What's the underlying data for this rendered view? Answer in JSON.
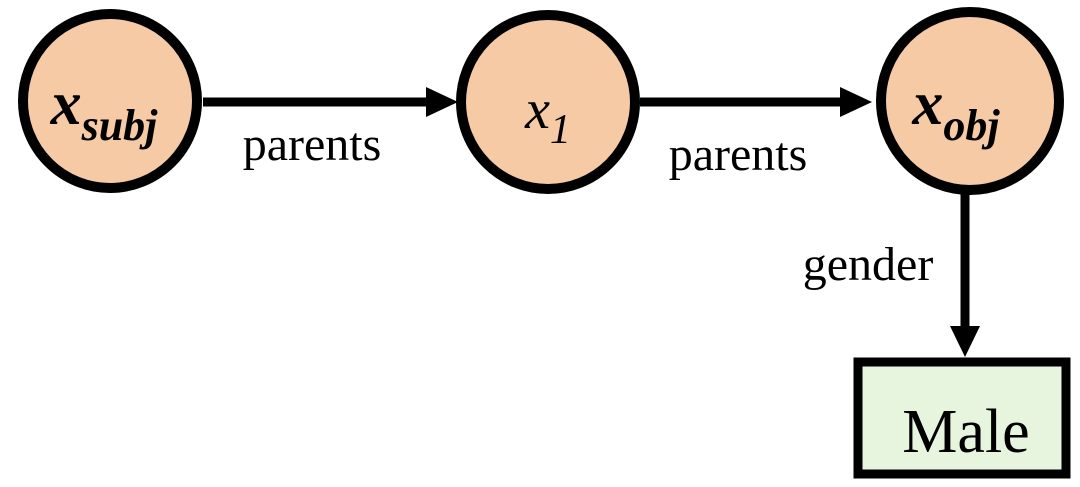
{
  "diagram": {
    "type": "graph",
    "nodes": [
      {
        "id": "x_subj",
        "shape": "circle",
        "label_base": "x",
        "label_sub": "subj"
      },
      {
        "id": "x_1",
        "shape": "circle",
        "label_base": "x",
        "label_sub": "1"
      },
      {
        "id": "x_obj",
        "shape": "circle",
        "label_base": "x",
        "label_sub": "obj"
      },
      {
        "id": "male",
        "shape": "rect",
        "label": "Male"
      }
    ],
    "edges": [
      {
        "from": "x_subj",
        "to": "x_1",
        "label": "parents"
      },
      {
        "from": "x_1",
        "to": "x_obj",
        "label": "parents"
      },
      {
        "from": "x_obj",
        "to": "male",
        "label": "gender"
      }
    ]
  },
  "colors": {
    "entity_node_fill": "#f5caa5",
    "value_node_fill": "#e7f4de",
    "stroke": "#000000",
    "background": "#ffffff"
  }
}
